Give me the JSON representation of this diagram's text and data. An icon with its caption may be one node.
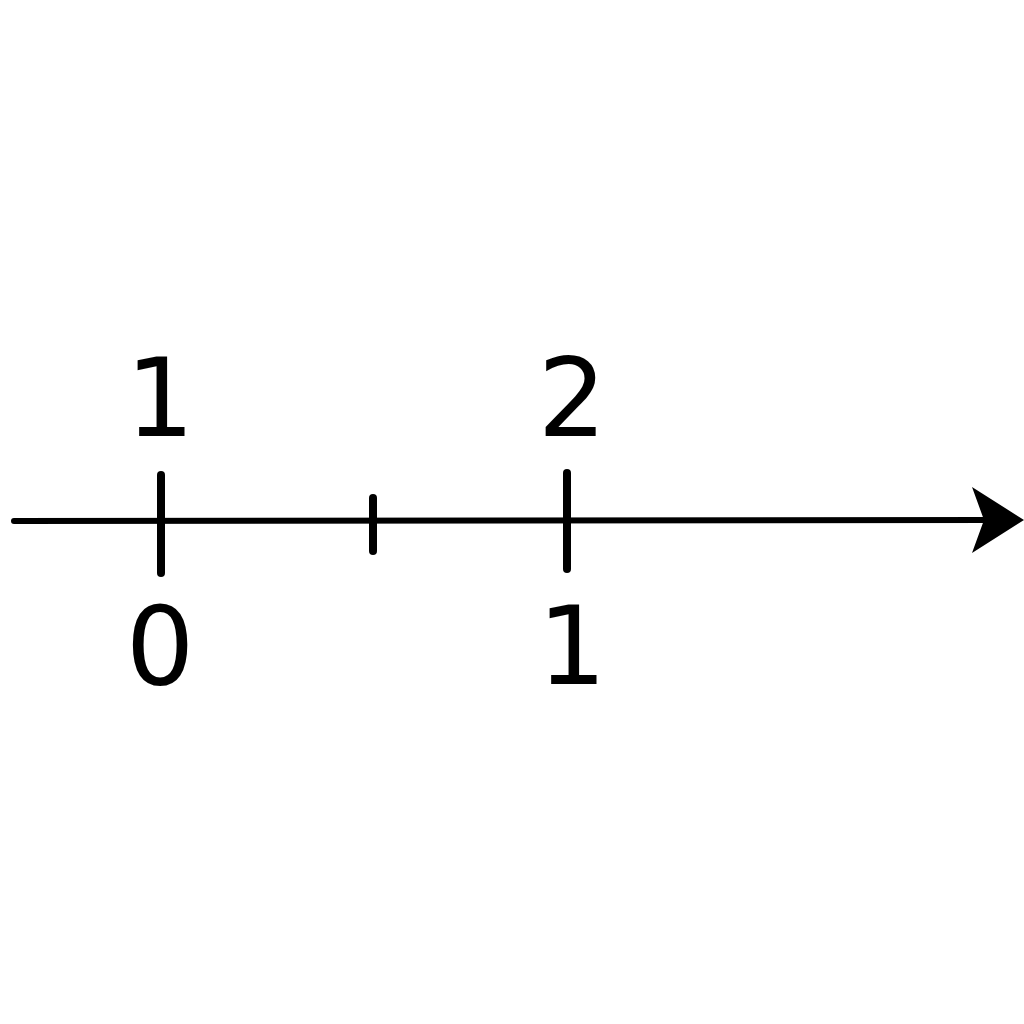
{
  "diagram": {
    "labels": [
      "1",
      "2",
      "0",
      "1"
    ]
  }
}
